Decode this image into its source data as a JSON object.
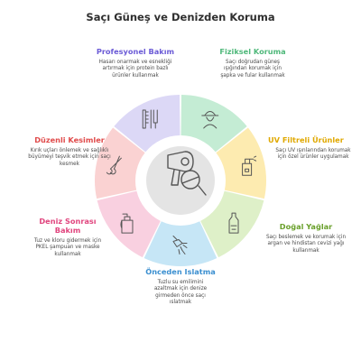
{
  "title": "Saçı Güneş ve Denizden Koruma",
  "colors": {
    "green": "#4fb87a",
    "yellow": "#e0a800",
    "lime": "#6aa02c",
    "blue": "#3b8fd0",
    "pink": "#e0457e",
    "red": "#e04b4b",
    "purple": "#6b5bd6"
  },
  "segments": [
    {
      "key": "fiziksel",
      "icon": "hat-person-icon",
      "color": "#4fb87a",
      "fill": "#c4ecd4",
      "title": "Fiziksel Koruma",
      "desc": "Saçı doğrudan güneş ışığından korumak için şapka ve fular kullanmak"
    },
    {
      "key": "uv",
      "icon": "spray-bottle-icon",
      "color": "#e0a800",
      "fill": "#fdebb0",
      "title": "UV Filtreli Ürünler",
      "desc": "Saçı UV ışınlarından korumak için özel ürünler uygulamak"
    },
    {
      "key": "yaglar",
      "icon": "oil-bottle-icon",
      "color": "#6aa02c",
      "fill": "#def0c8",
      "title": "Doğal Yağlar",
      "desc": "Saçı beslemek ve korumak için argan ve hindistan cevizi yağı kullanmak"
    },
    {
      "key": "islatma",
      "icon": "shower-icon",
      "color": "#3b8fd0",
      "fill": "#c6e6f6",
      "title": "Önceden Islatma",
      "desc": "Tuzlu su emilimini azaltmak için denize girmeden önce saçı ıslatmak"
    },
    {
      "key": "deniz",
      "icon": "shampoo-bottle-icon",
      "color": "#e0457e",
      "fill": "#f9d0e0",
      "title": "Deniz Sonrası Bakım",
      "desc": "Tuz ve kloru gidermek için PKEL şampuan ve maske kullanmak"
    },
    {
      "key": "kesim",
      "icon": "scissors-icon",
      "color": "#e04b4b",
      "fill": "#fad2d2",
      "title": "Düzenli Kesimler",
      "desc": "Kırık uçları önlemek ve sağlıklı büyümeyi teşvik etmek için saçı kesmek"
    },
    {
      "key": "profesyonel",
      "icon": "comb-brush-icon",
      "color": "#6b5bd6",
      "fill": "#dcd8f6",
      "title": "Profesyonel Bakım",
      "desc": "Hasarı onarmak ve esnekliği artırmak için protein bazlı ürünler kullanmak"
    }
  ],
  "center": {
    "icon": "hair-dryer-brush-icon"
  }
}
